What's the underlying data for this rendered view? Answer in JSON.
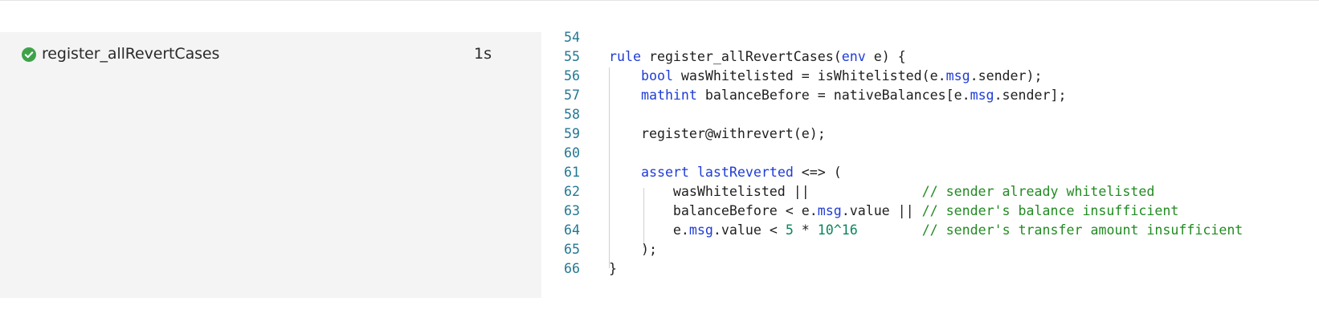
{
  "rule_panel": {
    "status": "passed",
    "status_color": "#3fa24a",
    "status_icon": "check-circle-icon",
    "rule_name": "register_allRevertCases",
    "duration": "1s"
  },
  "code": {
    "colors": {
      "line_number": "#237893",
      "keyword": "#1f3cd6",
      "number": "#098658",
      "comment": "#228b22",
      "text": "#1f1f1f"
    },
    "lines": [
      {
        "num": "54",
        "segments": [
          {
            "t": "",
            "c": "plain"
          }
        ]
      },
      {
        "num": "55",
        "segments": [
          {
            "t": "rule",
            "c": "kw"
          },
          {
            "t": " register_allRevertCases(",
            "c": "plain"
          },
          {
            "t": "env",
            "c": "kw"
          },
          {
            "t": " e) {",
            "c": "plain"
          }
        ]
      },
      {
        "num": "56",
        "segments": [
          {
            "t": "    ",
            "c": "plain"
          },
          {
            "t": "bool",
            "c": "kw"
          },
          {
            "t": " wasWhitelisted = isWhitelisted(e.",
            "c": "plain"
          },
          {
            "t": "msg",
            "c": "kw"
          },
          {
            "t": ".sender);",
            "c": "plain"
          }
        ]
      },
      {
        "num": "57",
        "segments": [
          {
            "t": "    ",
            "c": "plain"
          },
          {
            "t": "mathint",
            "c": "kw"
          },
          {
            "t": " balanceBefore = nativeBalances[e.",
            "c": "plain"
          },
          {
            "t": "msg",
            "c": "kw"
          },
          {
            "t": ".sender];",
            "c": "plain"
          }
        ]
      },
      {
        "num": "58",
        "segments": [
          {
            "t": "",
            "c": "plain"
          }
        ]
      },
      {
        "num": "59",
        "segments": [
          {
            "t": "    register@withrevert(e);",
            "c": "plain"
          }
        ]
      },
      {
        "num": "60",
        "segments": [
          {
            "t": "",
            "c": "plain"
          }
        ]
      },
      {
        "num": "61",
        "segments": [
          {
            "t": "    ",
            "c": "plain"
          },
          {
            "t": "assert",
            "c": "kw"
          },
          {
            "t": " ",
            "c": "plain"
          },
          {
            "t": "lastReverted",
            "c": "kw"
          },
          {
            "t": " <=> (",
            "c": "plain"
          }
        ]
      },
      {
        "num": "62",
        "segments": [
          {
            "t": "        wasWhitelisted ||              ",
            "c": "plain"
          },
          {
            "t": "// sender already whitelisted",
            "c": "cmt"
          }
        ]
      },
      {
        "num": "63",
        "segments": [
          {
            "t": "        balanceBefore < e.",
            "c": "plain"
          },
          {
            "t": "msg",
            "c": "kw"
          },
          {
            "t": ".value || ",
            "c": "plain"
          },
          {
            "t": "// sender's balance insufficient",
            "c": "cmt"
          }
        ]
      },
      {
        "num": "64",
        "segments": [
          {
            "t": "        e.",
            "c": "plain"
          },
          {
            "t": "msg",
            "c": "kw"
          },
          {
            "t": ".value < ",
            "c": "plain"
          },
          {
            "t": "5",
            "c": "num"
          },
          {
            "t": " * ",
            "c": "plain"
          },
          {
            "t": "10^16",
            "c": "num"
          },
          {
            "t": "        ",
            "c": "plain"
          },
          {
            "t": "// sender's transfer amount insufficient",
            "c": "cmt"
          }
        ]
      },
      {
        "num": "65",
        "segments": [
          {
            "t": "    );",
            "c": "plain"
          }
        ]
      },
      {
        "num": "66",
        "segments": [
          {
            "t": "}",
            "c": "plain"
          }
        ]
      }
    ]
  }
}
